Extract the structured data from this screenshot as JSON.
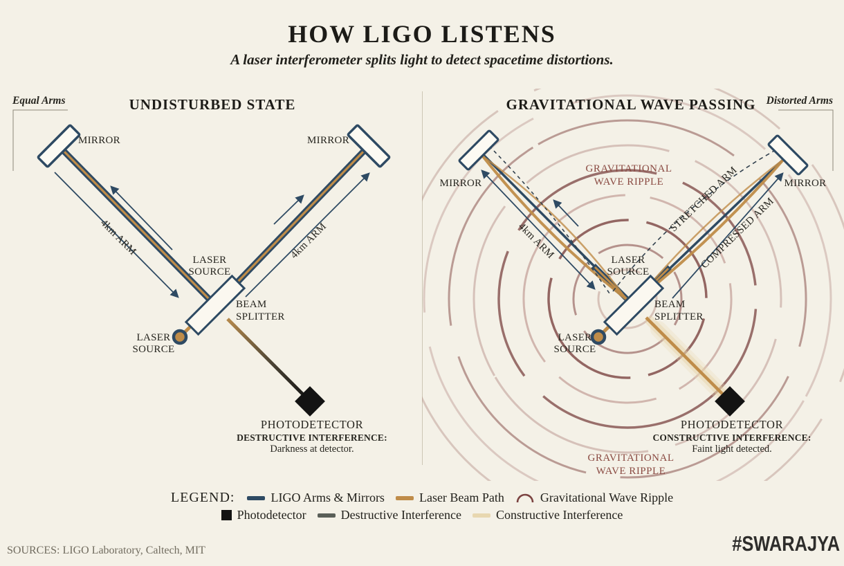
{
  "header": {
    "title": "HOW LIGO LISTENS",
    "subtitle": "A laser interferometer splits light to detect spacetime distortions."
  },
  "panels": {
    "left": {
      "corner_label": "Equal Arms",
      "heading": "UNDISTURBED STATE",
      "mirror_left": "MIRROR",
      "mirror_right": "MIRROR",
      "arm_left": "4km ARM",
      "arm_right": "4km ARM",
      "laser_source_center": {
        "line1": "LASER",
        "line2": "SOURCE"
      },
      "beam_splitter": {
        "line1": "BEAM",
        "line2": "SPLITTER"
      },
      "laser_source": {
        "line1": "LASER",
        "line2": "SOURCE"
      },
      "photodetector": "PHOTODETECTOR",
      "interference_title": "DESTRUCTIVE INTERFERENCE:",
      "interference_note": "Darkness at detector."
    },
    "right": {
      "corner_label": "Distorted Arms",
      "heading": "GRAVITATIONAL WAVE PASSING",
      "ripple_label_top": {
        "line1": "GRAVITATIONAL",
        "line2": "WAVE RIPPLE"
      },
      "ripple_label_bottom": {
        "line1": "GRAVITATIONAL",
        "line2": "WAVE RIPPLE"
      },
      "mirror_left": "MIRROR",
      "mirror_right": "MIRROR",
      "arm_left": "4km ARM",
      "stretched_arm": "STRETCHED ARM",
      "compressed_arm": "COMPRESSED ARM",
      "laser_source_center": {
        "line1": "LASER",
        "line2": "SOURCE"
      },
      "beam_splitter": {
        "line1": "BEAM",
        "line2": "SPLITTER"
      },
      "laser_source": {
        "line1": "LASER",
        "line2": "SOURCE"
      },
      "photodetector": "PHOTODETECTOR",
      "interference_title": "CONSTRUCTIVE INTERFERENCE:",
      "interference_note": "Faint light detected."
    }
  },
  "legend": {
    "label": "LEGEND:",
    "items": {
      "ligo_arms": "LIGO Arms & Mirrors",
      "laser_beam": "Laser Beam Path",
      "gw_ripple": "Gravitational Wave Ripple",
      "photodetector": "Photodetector",
      "destructive": "Destructive Interference",
      "constructive": "Constructive Interference"
    }
  },
  "footer": {
    "sources": "SOURCES: LIGO Laboratory, Caltech, MIT",
    "brand": "#SWARAJYA"
  },
  "colors": {
    "background": "#f4f1e7",
    "arm_navy": "#2e4a63",
    "laser_gold": "#bf8c49",
    "ripple_dark": "#7b4341",
    "ripple_light": "#c1a29b",
    "photodetector_black": "#131313",
    "maroon_text": "#8a4a42",
    "destructive_gray": "#5a5f58",
    "constructive_cream": "#e8d7b0",
    "muted_text": "#716c5f"
  }
}
